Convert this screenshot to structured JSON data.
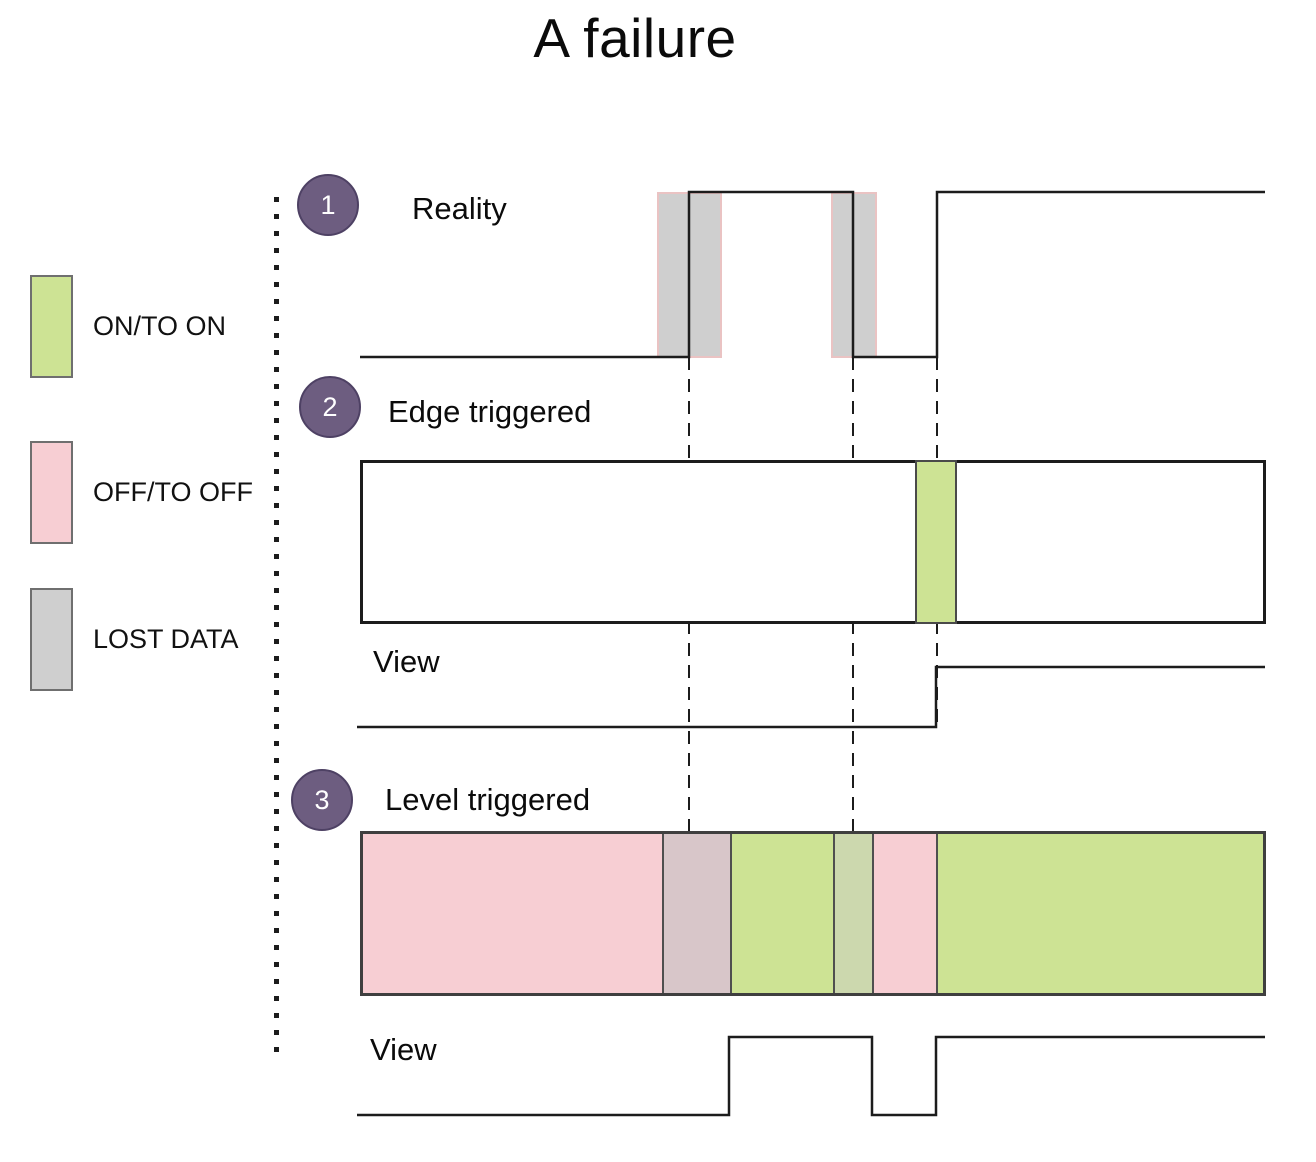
{
  "title": "A failure",
  "legend": {
    "items": [
      {
        "label": "ON/TO ON",
        "color": "#cde394"
      },
      {
        "label": "OFF/TO OFF",
        "color": "#f7ced3"
      },
      {
        "label": "LOST DATA",
        "color": "#cfcfcf"
      }
    ]
  },
  "sections": {
    "reality": {
      "number": "1",
      "label": "Reality"
    },
    "edge": {
      "number": "2",
      "label": "Edge triggered",
      "view_label": "View"
    },
    "level": {
      "number": "3",
      "label": "Level triggered",
      "view_label": "View"
    }
  },
  "colors": {
    "on_green": "#cde394",
    "off_pink": "#f7ced3",
    "lost_gray": "#cfcfcf",
    "lost_over_on_green": "#ccd8ae",
    "lost_over_off_pink": "#d8c6c9",
    "lost_border_pink": "#eac3c3",
    "badge_purple": "#6d5d80",
    "line_black": "#1c1c1c"
  },
  "level_bar": {
    "segments": [
      {
        "color": "#f7ced3"
      },
      {
        "color": "#d8c6c9"
      },
      {
        "color": "#cde394"
      },
      {
        "color": "#ccd8ae"
      },
      {
        "color": "#f7ced3"
      },
      {
        "color": "#cde394"
      }
    ]
  }
}
